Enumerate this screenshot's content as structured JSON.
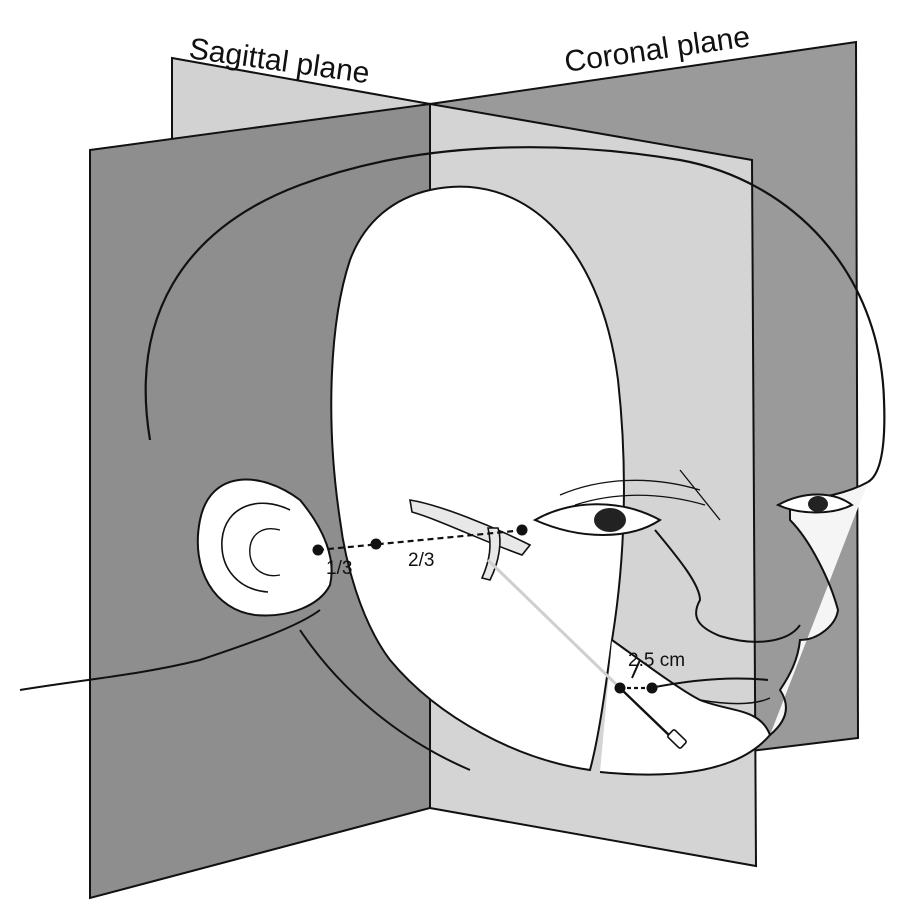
{
  "labels": {
    "sagittal_plane": "Sagittal plane",
    "coronal_plane": "Coronal plane",
    "ratio_one_third": "1/3",
    "ratio_two_thirds": "2/3",
    "distance": "2.5 cm"
  },
  "colors": {
    "plane_dark": "#8e8e8e",
    "plane_light": "#d2d2d2",
    "plane_mid": "#a8a8a8",
    "skin": "#ffffff",
    "ink": "#111111",
    "needle_path": "#cfcfcf"
  },
  "icons": [
    "ear-icon",
    "eye-icon",
    "nose-icon",
    "needle-icon",
    "landmark-dot-icon"
  ]
}
